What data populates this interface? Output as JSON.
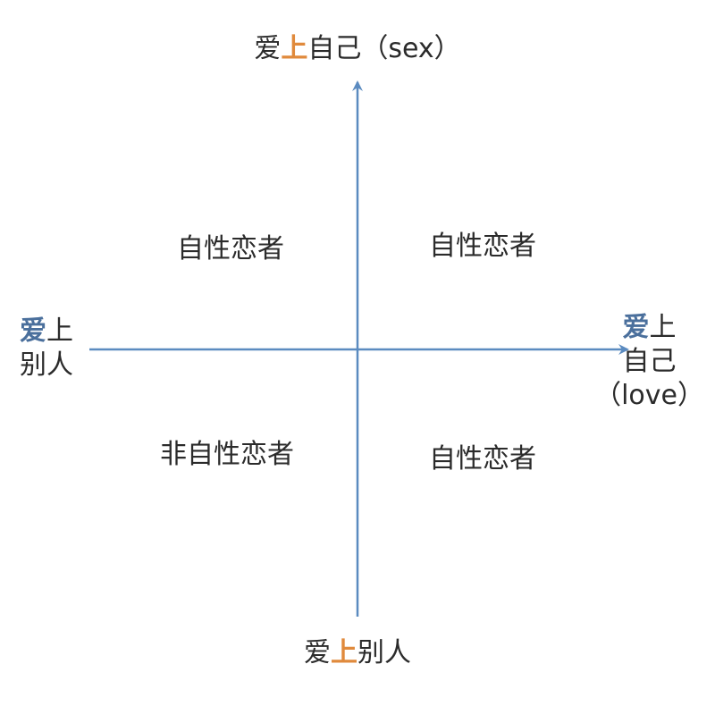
{
  "colors": {
    "axis": "#5b8bc0",
    "accent_orange": "#e08a3c",
    "accent_blue": "#4a6f9c",
    "text": "#2b2b2b"
  },
  "axes": {
    "top": {
      "before": "爱",
      "highlight": "上",
      "after": "自己（sex）",
      "highlight_color": "#e08a3c"
    },
    "bottom": {
      "before": "爱",
      "highlight": "上",
      "after": "别人",
      "highlight_color": "#e08a3c"
    },
    "left": {
      "highlight": "爱",
      "line1_rest": "上",
      "line2": "别人",
      "highlight_color": "#4a6f9c"
    },
    "right": {
      "highlight": "爱",
      "line1_rest": "上",
      "line2": "自己",
      "line3": "（love）",
      "highlight_color": "#4a6f9c"
    }
  },
  "quadrants": {
    "top_left": "自性恋者",
    "top_right": "自性恋者",
    "bottom_left": "非自性恋者",
    "bottom_right": "自性恋者"
  }
}
